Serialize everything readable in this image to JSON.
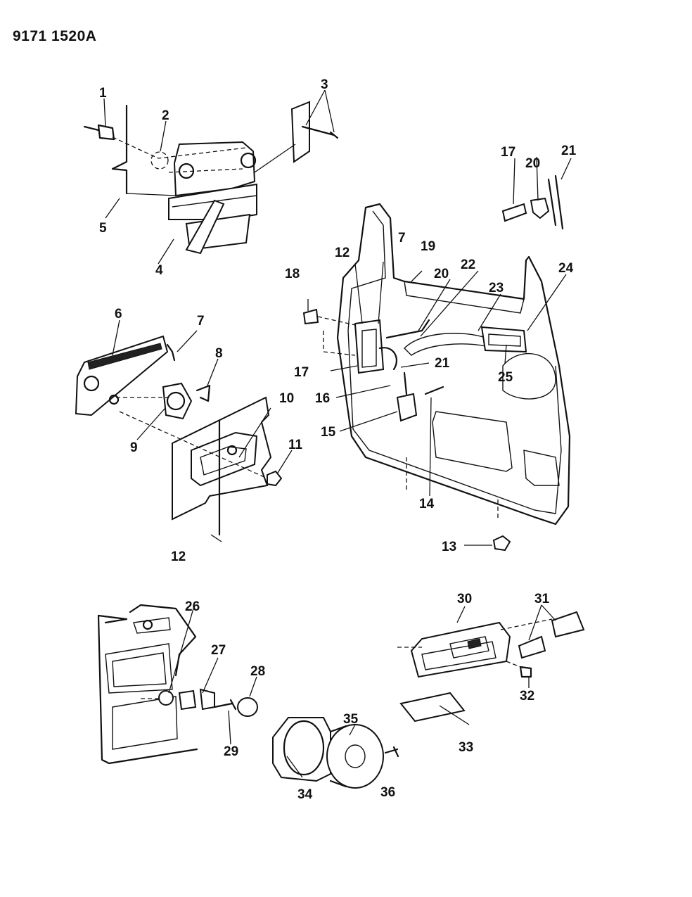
{
  "document": {
    "id": "9171 1520A"
  },
  "callouts": {
    "c1": "1",
    "c2": "2",
    "c3": "3",
    "c4": "4",
    "c5": "5",
    "c6": "6",
    "c7a": "7",
    "c7b": "7",
    "c8": "8",
    "c9": "9",
    "c10": "10",
    "c11": "11",
    "c12a": "12",
    "c12b": "12",
    "c13": "13",
    "c14": "14",
    "c15": "15",
    "c16": "16",
    "c17a": "17",
    "c17b": "17",
    "c18": "18",
    "c19": "19",
    "c20a": "20",
    "c20b": "20",
    "c21a": "21",
    "c21b": "21",
    "c22": "22",
    "c23": "23",
    "c24": "24",
    "c25": "25",
    "c26": "26",
    "c27": "27",
    "c28": "28",
    "c29": "29",
    "c30": "30",
    "c31": "31",
    "c32": "32",
    "c33": "33",
    "c34": "34",
    "c35": "35",
    "c36": "36"
  }
}
